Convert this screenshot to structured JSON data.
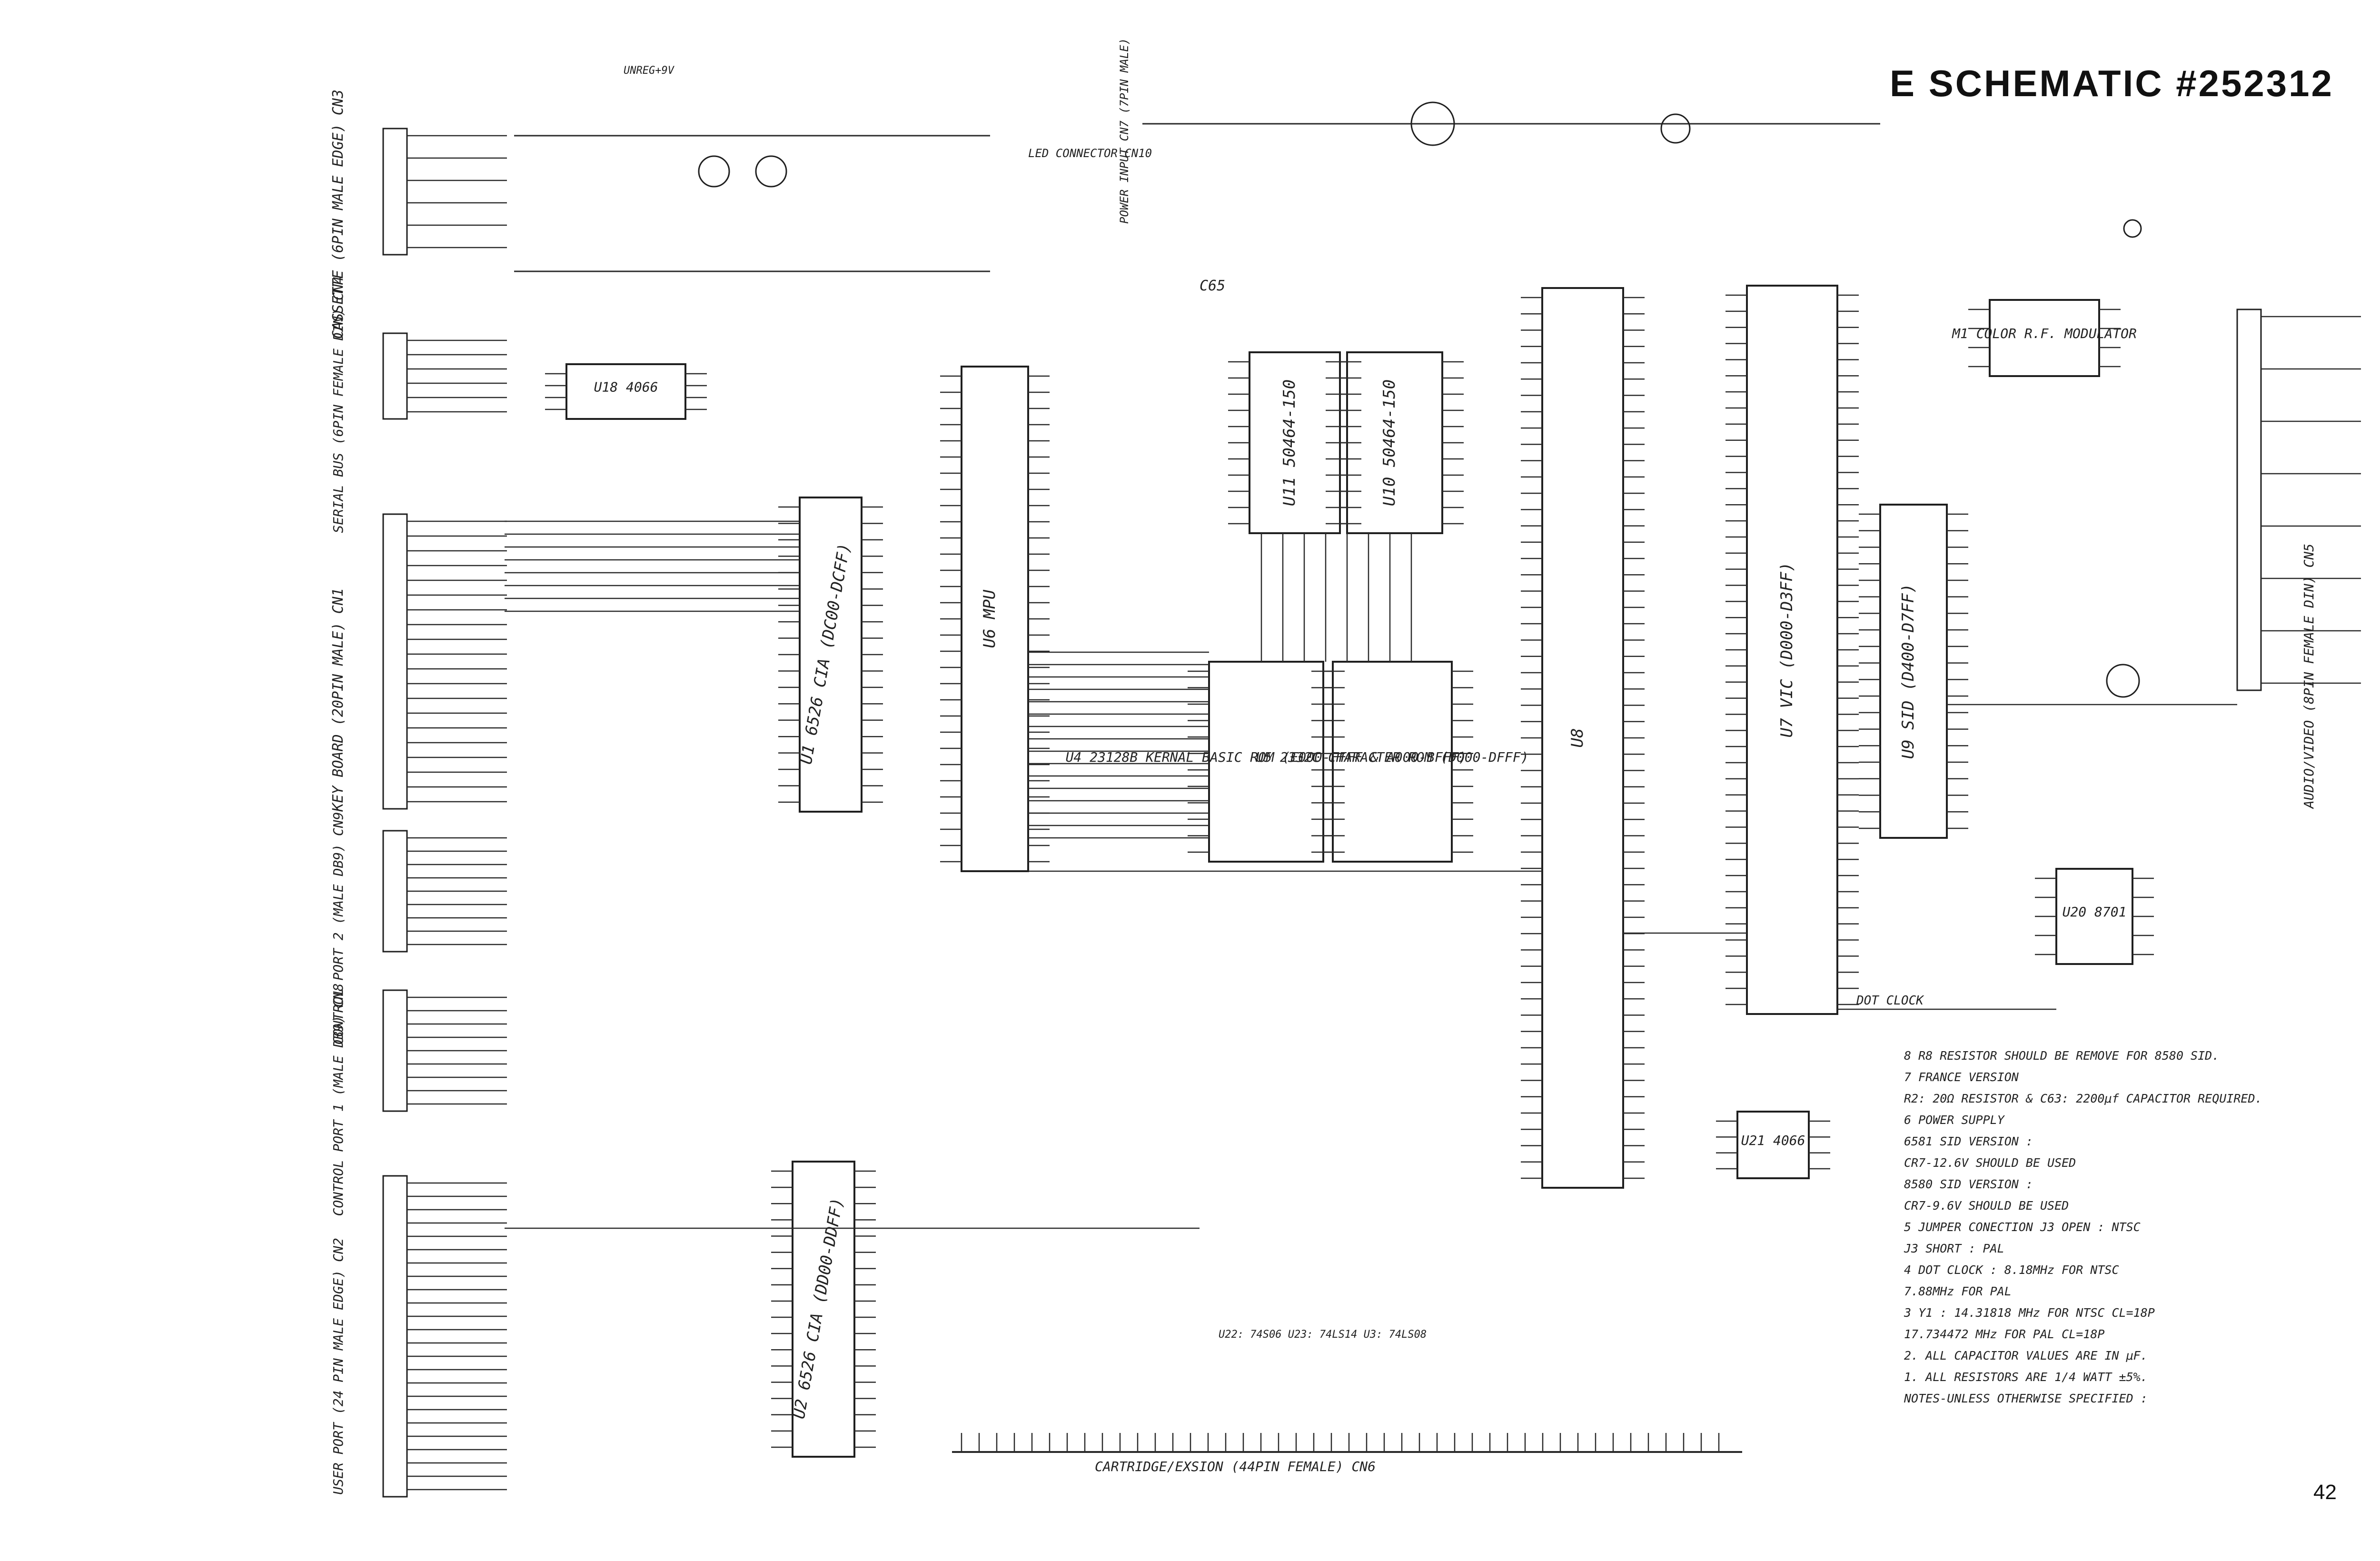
{
  "title": "E SCHEMATIC #252312",
  "page_number": "42",
  "connectors": {
    "cassette": "CASSETTE (6PIN MALE EDGE) CN3",
    "serial_bus": "SERIAL BUS (6PIN FEMALE DIN) CN4",
    "keyboard": "KEY BOARD (20PIN MALE) CN1",
    "control_port2": "CONTROL PORT 2 (MALE DB9) CN9",
    "control_port1": "CONTROL PORT 1 (MALE DB9) CN8",
    "user_port": "USER PORT (24 PIN MALE EDGE) CN2",
    "led": "LED CONNECTOR CN10",
    "power": "POWER INPUT CN7 (7PIN MALE)",
    "cartridge": "CARTRIDGE/EXSION (44PIN FEMALE) CN6",
    "audio_video": "AUDIO/VIDEO (8PIN FEMALE DIN) CN5"
  },
  "chips": {
    "u18": "U18 4066",
    "u1": "U1 6526 CIA (DC00-DCFF)",
    "u2": "U2 6526 CIA (DD00-DDFF)",
    "u6": "U6 MPU",
    "u11": "U11 50464-150",
    "u10": "U10 50464-150",
    "u4": "U4 23128B KERNAL BASIC ROM (E000-FFFF & A000-BFFF)",
    "u5": "U5 2332C CHARACTER ROM (D000-DFFF)",
    "u8": "U8",
    "u7": "U7 VIC (D000-D3FF)",
    "u9": "U9 SID (D400-D7FF)",
    "u20": "U20 8701",
    "u21": "U21 4066",
    "m1": "M1 COLOR R.F. MODULATOR",
    "u22_u23": "U22: 74S06 U23: 74LS14 U3: 74LS08"
  },
  "labels": {
    "dot_clock": "DOT CLOCK",
    "unreg": "UNREG+9V",
    "c65": "C65"
  },
  "notes": [
    "8  R8 RESISTOR SHOULD BE REMOVE FOR 8580 SID.",
    "7  FRANCE VERSION",
    "     R2: 20Ω RESISTOR & C63: 2200μf CAPACITOR REQUIRED.",
    "6  POWER SUPPLY",
    "     6581 SID VERSION :",
    "        CR7-12.6V SHOULD BE USED",
    "     8580 SID VERSION :",
    "        CR7-9.6V SHOULD BE USED",
    "5  JUMPER CONECTION J3 OPEN : NTSC",
    "                    J3 SHORT : PAL",
    "4  DOT CLOCK : 8.18MHz FOR NTSC",
    "               7.88MHz FOR PAL",
    "3  Y1 : 14.31818 MHz FOR NTSC   CL=18P",
    "        17.734472 MHz FOR PAL   CL=18P",
    "2. ALL CAPACITOR VALUES ARE IN μF.",
    "1. ALL RESISTORS ARE 1/4 WATT ±5%.",
    "NOTES-UNLESS OTHERWISE SPECIFIED :"
  ]
}
